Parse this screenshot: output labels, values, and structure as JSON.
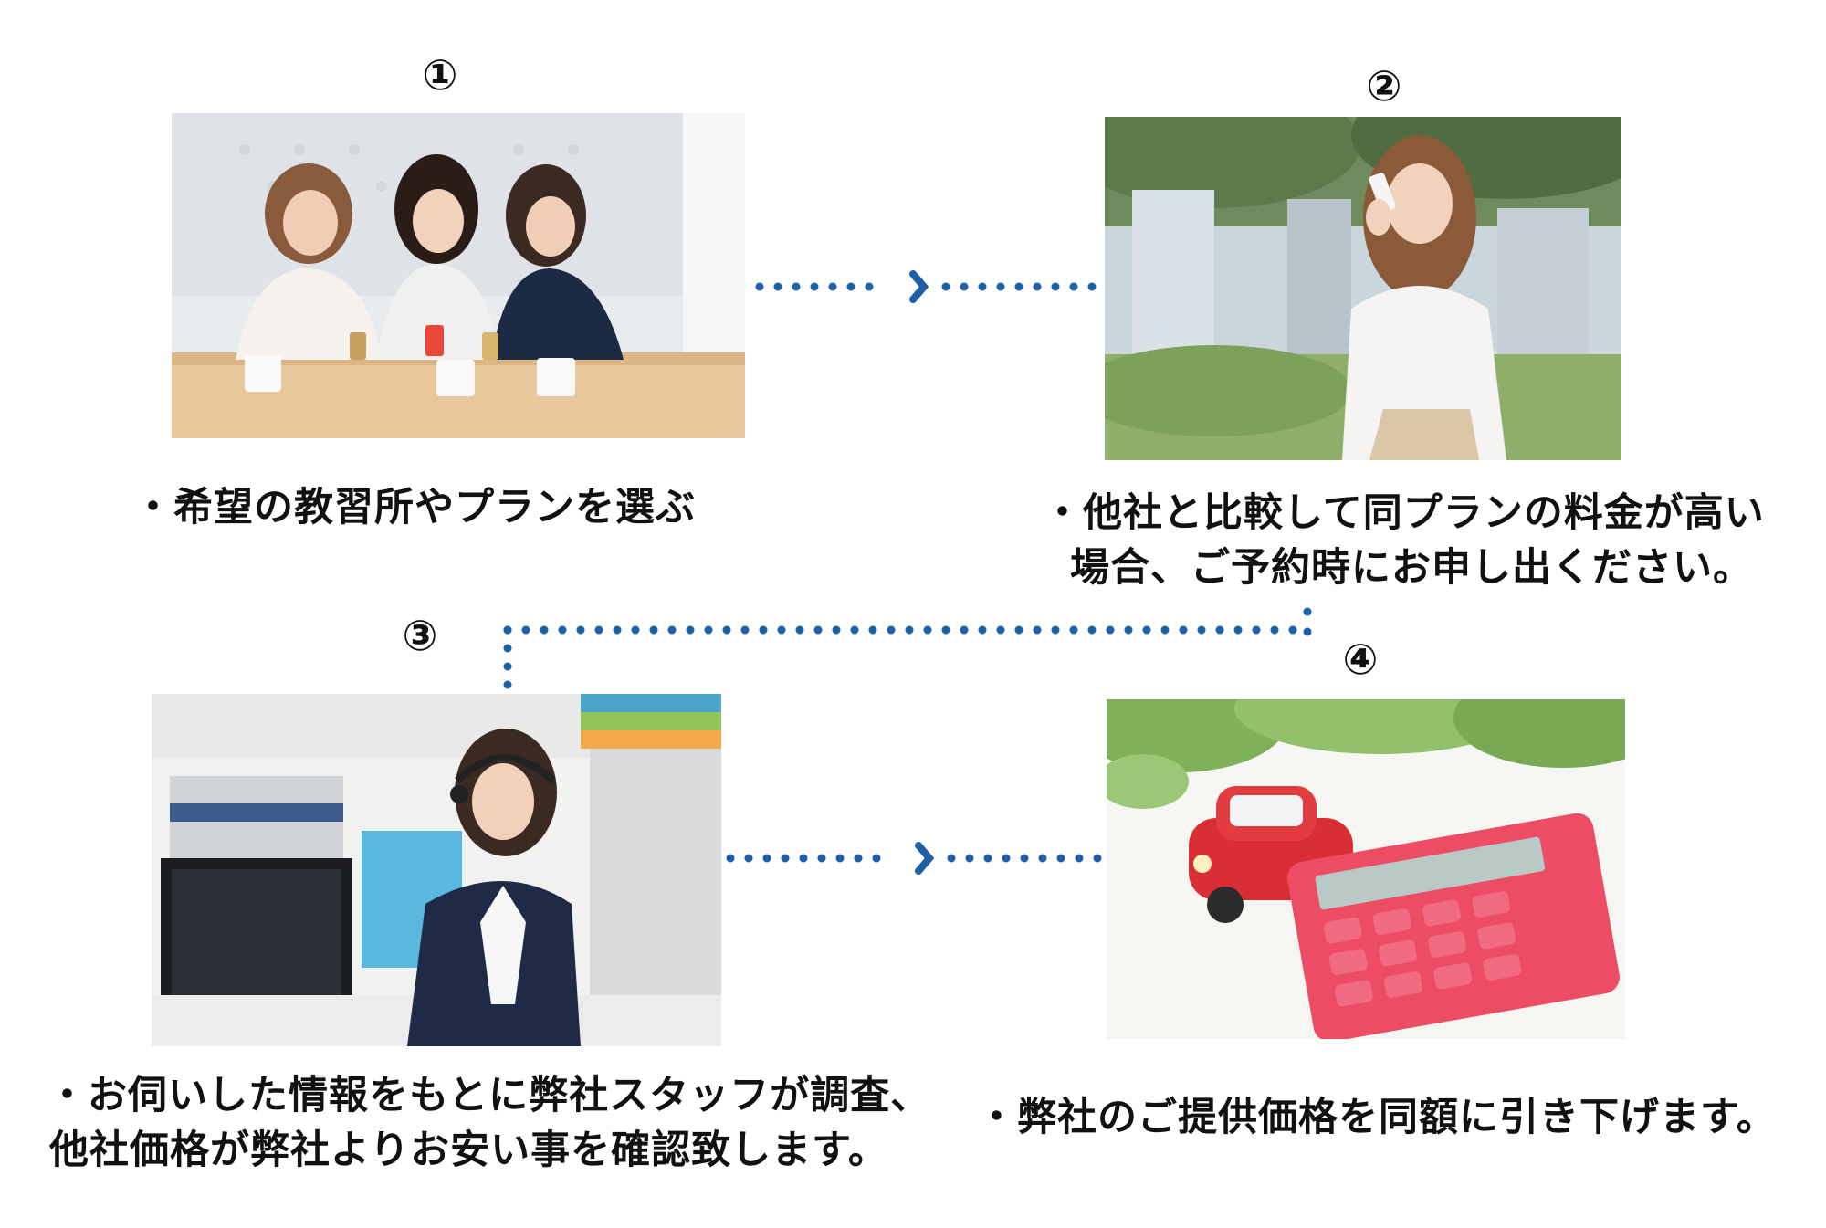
{
  "steps": [
    {
      "number": "①",
      "caption_lines": [
        "・希望の教習所やプランを選ぶ"
      ]
    },
    {
      "number": "②",
      "caption_lines": [
        "・他社と比較して同プランの料金が高い",
        "場合、ご予約時にお申し出ください。"
      ]
    },
    {
      "number": "③",
      "caption_lines": [
        "・お伺いした情報をもとに弊社スタッフが調査、",
        "他社価格が弊社よりお安い事を確認致します。"
      ]
    },
    {
      "number": "④",
      "caption_lines": [
        "・弊社のご提供価格を同額に引き下げます。"
      ]
    }
  ],
  "connector_color": "#1f5fa8"
}
